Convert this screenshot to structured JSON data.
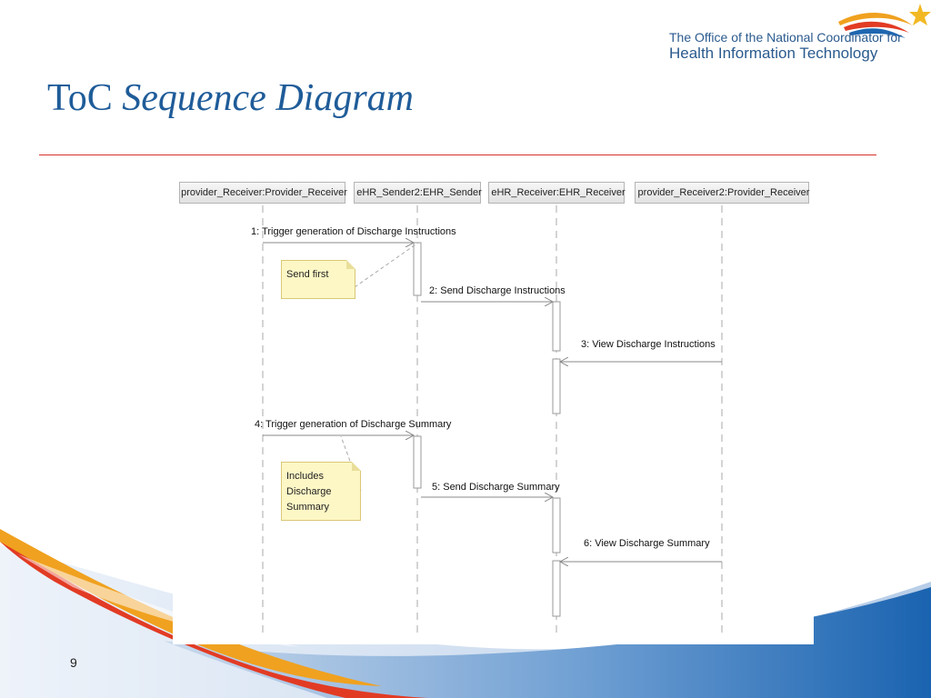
{
  "header": {
    "org_line1": "The Office of the National Coordinator for",
    "org_line2": "Health Information Technology"
  },
  "title": {
    "prefix": "ToC",
    "emphasis": "Sequence Diagram"
  },
  "page_number": "9",
  "colors": {
    "title": "#1f5c99",
    "rule": "#d9302a",
    "org_text": "#2a5a8e",
    "note_fill": "#fdf7c6",
    "swoosh_orange": "#f0a11f",
    "swoosh_red": "#e23b24",
    "swoosh_blue": "#1f67b1"
  },
  "diagram": {
    "lifelines": [
      {
        "label": "provider_Receiver:Provider_Receiver",
        "icon": "actor-icon"
      },
      {
        "label": "eHR_Sender2:EHR_Sender",
        "icon": "actor-icon"
      },
      {
        "label": "eHR_Receiver:EHR_Receiver",
        "icon": "actor-icon"
      },
      {
        "label": "provider_Receiver2:Provider_Receiver",
        "icon": "actor-icon"
      }
    ],
    "messages": [
      {
        "label": "1: Trigger generation of Discharge Instructions",
        "from": 0,
        "to": 1
      },
      {
        "label": "2: Send Discharge Instructions",
        "from": 1,
        "to": 2
      },
      {
        "label": "3: View Discharge Instructions",
        "from": 3,
        "to": 2
      },
      {
        "label": "4: Trigger generation of Discharge Summary",
        "from": 0,
        "to": 1
      },
      {
        "label": "5: Send Discharge Summary",
        "from": 1,
        "to": 2
      },
      {
        "label": "6: View Discharge Summary",
        "from": 3,
        "to": 2
      }
    ],
    "notes": [
      {
        "text": "Send first"
      },
      {
        "text": "Includes\nDischarge\nSummary"
      }
    ]
  }
}
